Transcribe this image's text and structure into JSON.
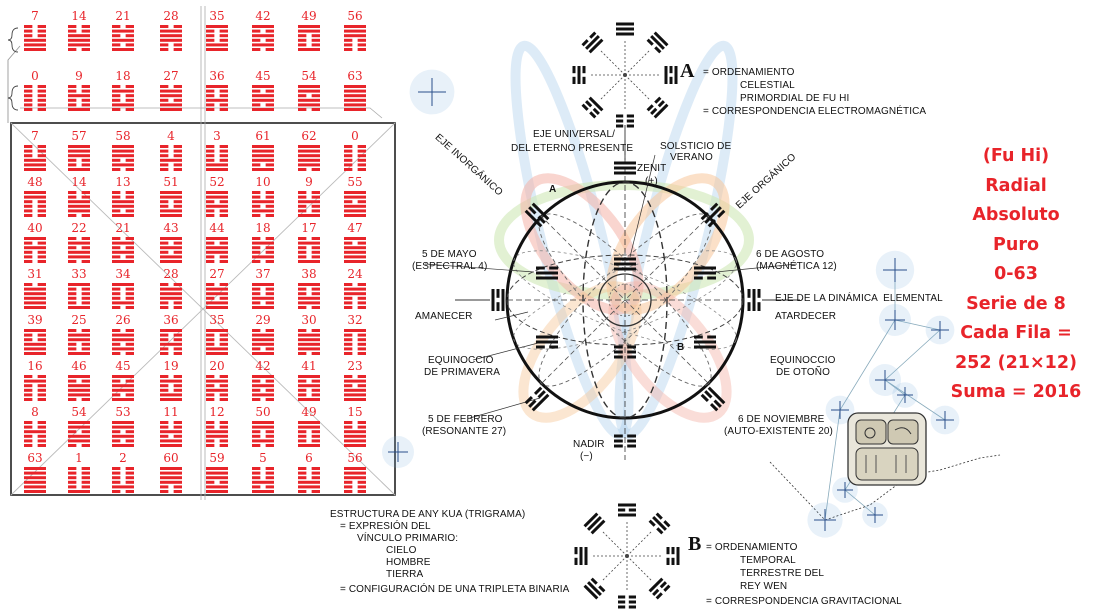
{
  "top_rows": [
    [
      7,
      14,
      21,
      28,
      35,
      42,
      49,
      56
    ],
    [
      0,
      9,
      18,
      27,
      36,
      45,
      54,
      63
    ]
  ],
  "grid_rows": [
    [
      7,
      57,
      58,
      4,
      3,
      61,
      62,
      0
    ],
    [
      48,
      14,
      13,
      51,
      52,
      10,
      9,
      55
    ],
    [
      40,
      22,
      21,
      43,
      44,
      18,
      17,
      47
    ],
    [
      31,
      33,
      34,
      28,
      27,
      37,
      38,
      24
    ],
    [
      39,
      25,
      26,
      36,
      35,
      29,
      30,
      32
    ],
    [
      16,
      46,
      45,
      19,
      20,
      42,
      41,
      23
    ],
    [
      8,
      54,
      53,
      11,
      12,
      50,
      49,
      15
    ],
    [
      63,
      1,
      2,
      60,
      59,
      5,
      6,
      56
    ]
  ],
  "colors": {
    "hexagram": "#e8242a",
    "text": "#111111",
    "star": "#7fb2dd"
  },
  "diagram": {
    "fuhi": {
      "letter": "A",
      "l1": "= ORDENAMIENTO",
      "l2": "CELESTIAL",
      "l3": "PRIMORDIAL DE FU HI",
      "l4": "= CORRESPONDENCIA ELECTROMAGNÉTICA"
    },
    "kingwen": {
      "letter": "B",
      "l1": "= ORDENAMIENTO",
      "l2": "TEMPORAL",
      "l3": "TERRESTRE DEL",
      "l4": "REY WEN",
      "l5": "= CORRESPONDENCIA GRAVITACIONAL"
    },
    "eje_universal1": "EJE UNIVERSAL/",
    "eje_universal2": "DEL ETERNO PRESENTE",
    "eje_inorganico": "EJE INORGÁNICO",
    "eje_organico": "EJE ORGÁNICO",
    "solsticio1": "SOLSTICIO DE",
    "solsticio2": "VERANO",
    "zenit": "ZENIT",
    "plus": "(+)",
    "nadir": "NADIR",
    "minus": "(−)",
    "mayo1": "5 DE MAYO",
    "mayo2": "(ESPECTRAL 4)",
    "agosto1": "6 DE AGOSTO",
    "agosto2": "(MAGNÉTICA 12)",
    "amanecer": "AMANECER",
    "atardecer": "ATARDECER",
    "eje_dinamica": "EJE DE LA DINÁMICA  ELEMENTAL",
    "equi_prim1": "EQUINOCCIO",
    "equi_prim2": "DE PRIMAVERA",
    "equi_oto1": "EQUINOCCIO",
    "equi_oto2": "DE OTOÑO",
    "febrero1": "5 DE FEBRERO",
    "febrero2": "(RESONANTE 27)",
    "noviembre1": "6 DE NOVIEMBRE",
    "noviembre2": "(AUTO-EXISTENTE 20)",
    "ring_a": "A",
    "ring_b": "B",
    "estructura": {
      "l1": "ESTRUCTURA DE ANY KUA (TRIGRAMA)",
      "l2": "= EXPRESIÓN DEL",
      "l3": "VÍNCULO PRIMARIO:",
      "l4": "CIELO",
      "l5": "HOMBRE",
      "l6": "TIERRA",
      "l7": "= CONFIGURACIÓN DE UNA TRIPLETA BINARIA"
    }
  },
  "title_block": {
    "l1": "(Fu Hi)",
    "l2": "Radial",
    "l3": "Absoluto",
    "l4": "Puro",
    "l5": "0-63",
    "l6": "Serie de 8",
    "l7": "Cada Fila =",
    "l8": "252 (21×12)",
    "l9": "Suma = 2016"
  }
}
